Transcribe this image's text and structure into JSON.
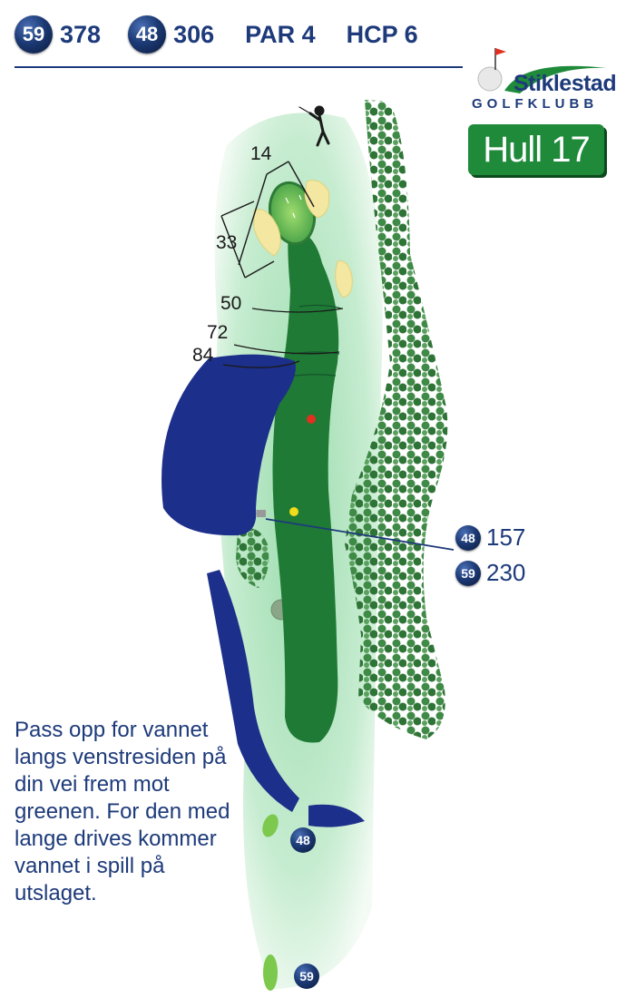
{
  "header": {
    "tee_59": {
      "badge": "59",
      "length": "378"
    },
    "tee_48": {
      "badge": "48",
      "length": "306"
    },
    "par": "PAR 4",
    "hcp": "HCP 6"
  },
  "logo": {
    "name": "Stiklestad",
    "sub": "GOLFKLUBB"
  },
  "hole_label": "Hull 17",
  "green_dims": {
    "width": "14",
    "depth": "33"
  },
  "distance_marks": [
    "50",
    "72",
    "84"
  ],
  "tee_distances": [
    {
      "badge": "48",
      "value": "157"
    },
    {
      "badge": "59",
      "value": "230"
    }
  ],
  "tee_markers": [
    "48",
    "59"
  ],
  "description": "Pass opp for vannet langs venstresiden på din vei frem mot greenen. For den med lange drives kommer vannet i spill på utslaget.",
  "colors": {
    "navy": "#1d3a7a",
    "fairway": "#1f7a36",
    "rough": "#c9ecd0",
    "water": "#1c2f8a",
    "bunker": "#f3e7a1",
    "trees": "#3f8a46",
    "hole_label_bg": "#1e8a3a"
  }
}
